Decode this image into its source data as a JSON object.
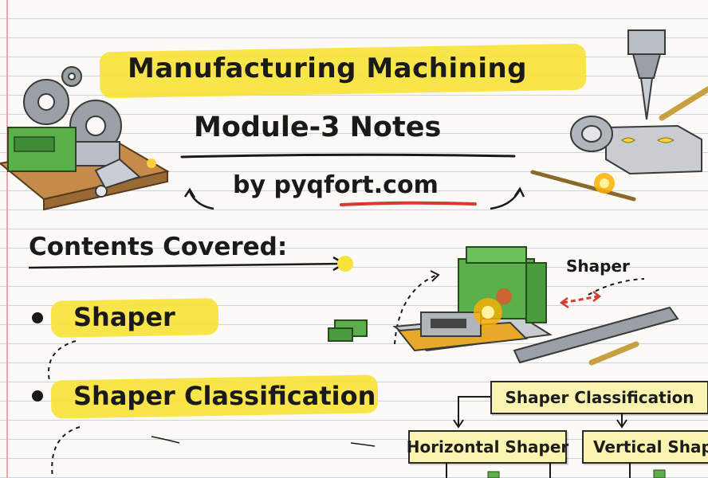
{
  "title": "Manufacturing Machining",
  "subtitle": "Module-3 Notes",
  "byline": "by pyqfort.com",
  "contents_heading": "Contents Covered:",
  "bullets": [
    "Shaper",
    "Shaper Classification"
  ],
  "illustration": {
    "shaper_label": "Shaper"
  },
  "diagram": {
    "root": "Shaper Classification",
    "left": "Horizontal Shaper",
    "right": "Vertical Shaper"
  },
  "colors": {
    "highlight": "#f7e33a",
    "underline": "#d93a2f",
    "machine_green": "#5bb04a",
    "paper": "#fbfaf6",
    "rule_line": "#c9d3e6"
  }
}
